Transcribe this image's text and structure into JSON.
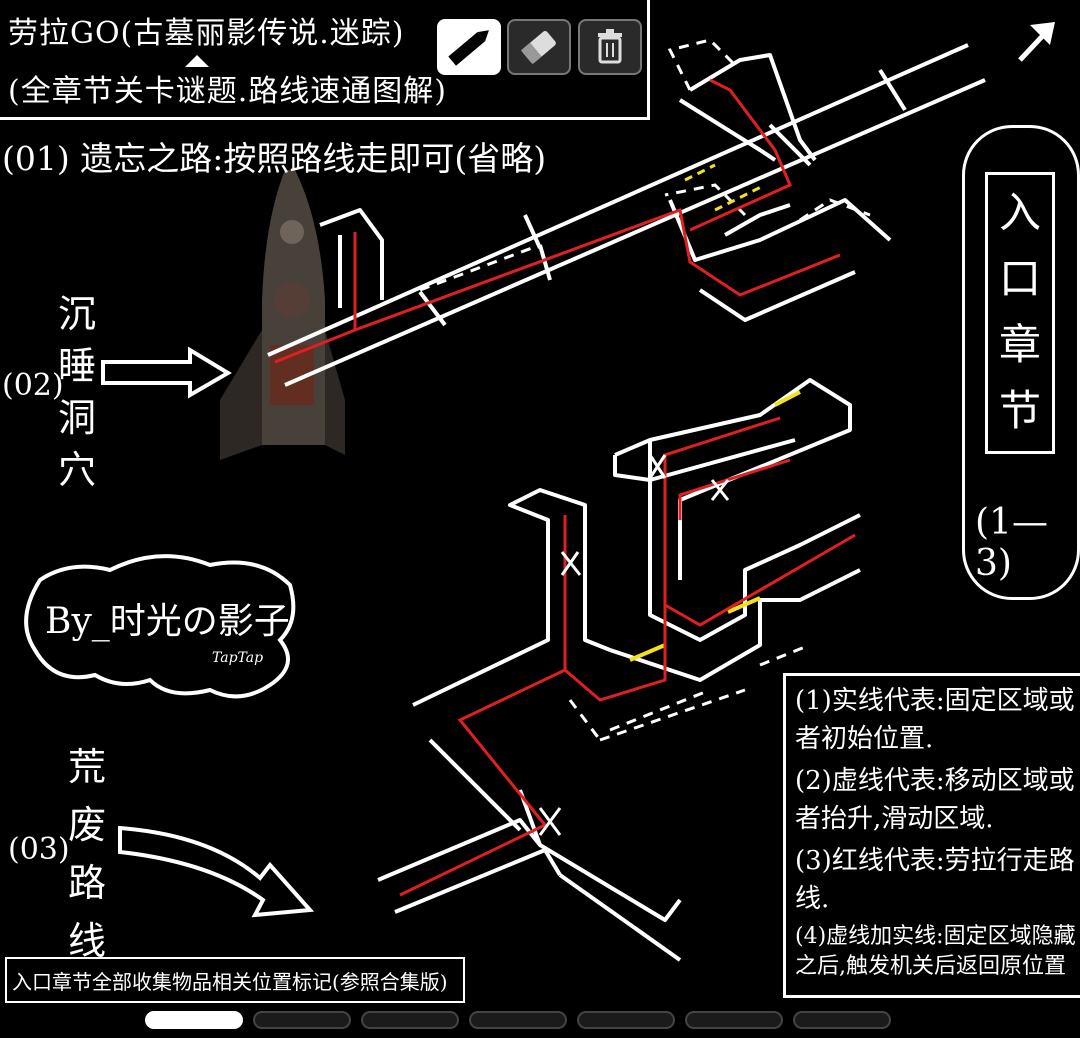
{
  "header": {
    "title_line1": "劳拉GO(古墓丽影传说.迷踪)",
    "title_line2": "(全章节关卡谜题.路线速通图解)"
  },
  "toolbar": {
    "pencil_icon": "pencil-icon",
    "eraser_icon": "eraser-icon",
    "trash_icon": "trash-icon"
  },
  "levels": {
    "level1": "(01) 遗忘之路:按照路线走即可(省略)",
    "level2_number": "(02)",
    "level2_name": "沉睡洞穴",
    "level3_number": "(03)",
    "level3_name": "荒废路线"
  },
  "author": {
    "name": "By_时光の影子",
    "sub": "TapTap"
  },
  "chapter": {
    "title": "入口章节",
    "range": "(1—3)"
  },
  "legend": {
    "item1": "(1)实线代表:固定区域或者初始位置.",
    "item2": "(2)虚线代表:移动区域或者抬升,滑动区域.",
    "item3": "(3)红线代表:劳拉行走路线.",
    "item4": "(4)虚线加实线:固定区域隐藏之后,触发机关后返回原位置"
  },
  "bottom_note": "入口章节全部收集物品相关位置标记(参照合集版)",
  "colors": {
    "background": "#000000",
    "line": "#ffffff",
    "route": "#e02020",
    "highlight": "#f5e11a"
  },
  "pager": {
    "pages": 7,
    "current": 1
  }
}
